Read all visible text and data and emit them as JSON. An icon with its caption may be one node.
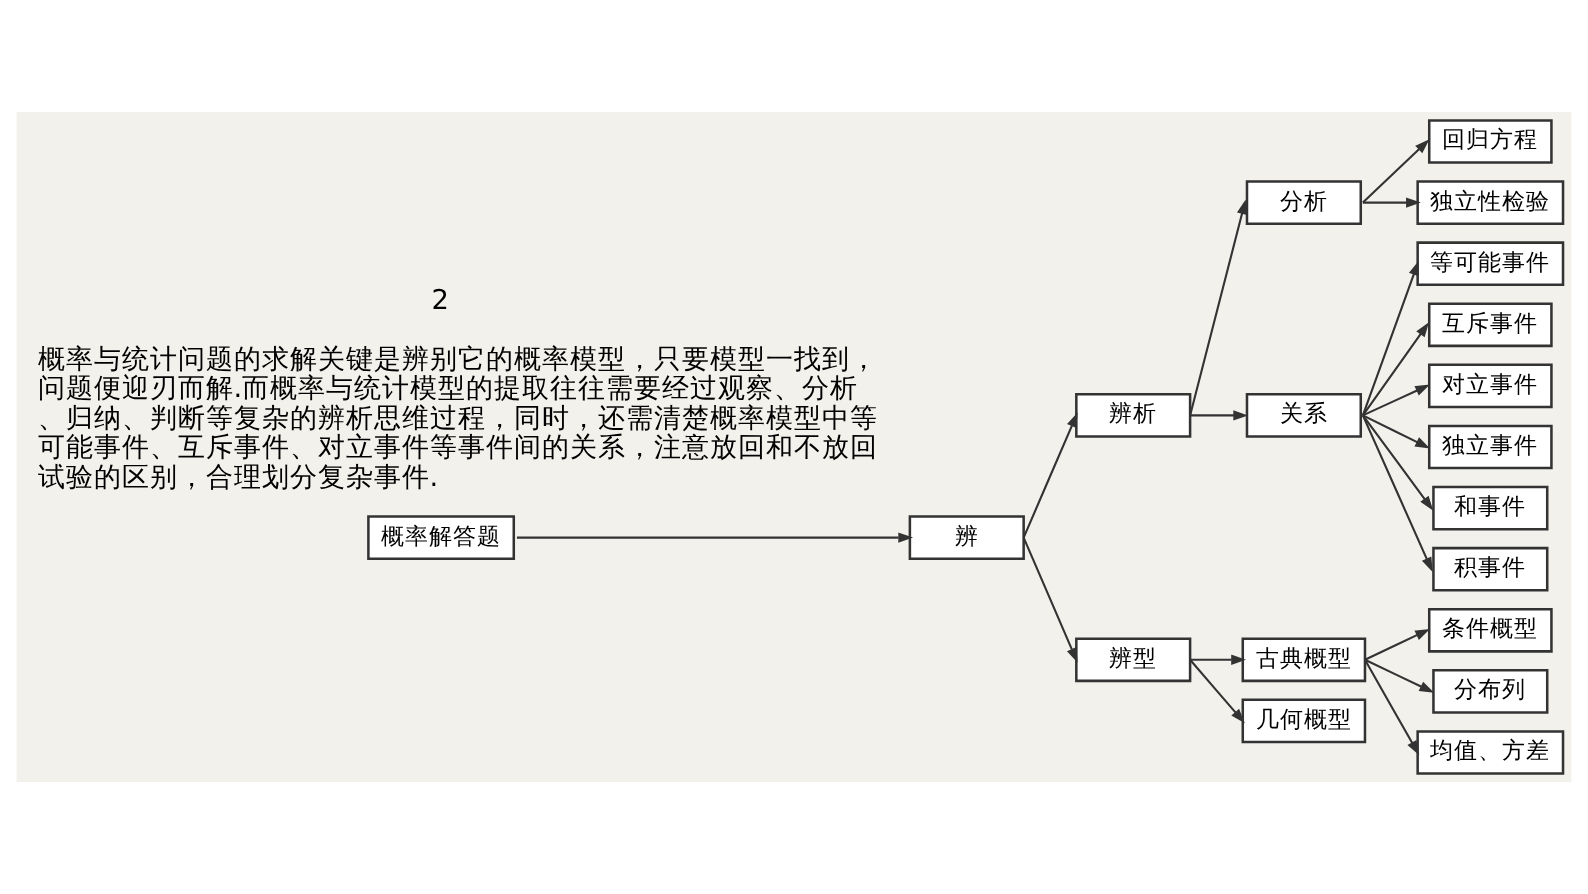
{
  "diagram": {
    "nodes": [
      {
        "text": [
          "概率解答题"
        ]
      },
      {
        "text": [
          "辨"
        ]
      },
      {
        "text": [
          "辨析"
        ]
      },
      {
        "text": [
          "分析"
        ]
      },
      {
        "text": [
          "回归方程"
        ]
      },
      {
        "text": [
          "独立性检验"
        ]
      },
      {
        "text": [
          "关系"
        ]
      },
      {
        "text": [
          "等可能事件"
        ]
      },
      {
        "text": [
          "互斥事件"
        ]
      },
      {
        "text": [
          "对立事件"
        ]
      },
      {
        "text": [
          "独立事件"
        ]
      },
      {
        "text": [
          "和事件"
        ]
      },
      {
        "text": [
          "积事件"
        ]
      },
      {
        "text": [
          "辨型"
        ]
      },
      {
        "text": [
          "古典概型"
        ]
      },
      {
        "text": [
          "条件概型"
        ]
      },
      {
        "text": [
          "分布列"
        ]
      },
      {
        "text": [
          "均值、方差"
        ]
      },
      {
        "text": [
          "几何概型"
        ]
      }
    ],
    "edges": [
      {
        "from": 0,
        "to": 1,
        "arrow": "to"
      },
      {
        "from": 1,
        "to": 2,
        "arrow": "to"
      },
      {
        "from": 1,
        "to": 13,
        "arrow": "to"
      },
      {
        "from": 2,
        "to": 3,
        "arrow": "to"
      },
      {
        "from": 2,
        "to": 6,
        "arrow": "to"
      },
      {
        "from": 3,
        "to": 4,
        "arrow": "to"
      },
      {
        "from": 3,
        "to": 5,
        "arrow": "to"
      },
      {
        "from": 6,
        "to": 7,
        "arrow": "to"
      },
      {
        "from": 6,
        "to": 8,
        "arrow": "to"
      },
      {
        "from": 6,
        "to": 9,
        "arrow": "to"
      },
      {
        "from": 6,
        "to": 10,
        "arrow": "to"
      },
      {
        "from": 6,
        "to": 11,
        "arrow": "to"
      },
      {
        "from": 6,
        "to": 12,
        "arrow": "to"
      },
      {
        "from": 13,
        "to": 14,
        "arrow": "to"
      },
      {
        "from": 13,
        "to": 18,
        "arrow": "to"
      },
      {
        "from": 14,
        "to": 15,
        "arrow": "to"
      },
      {
        "from": 14,
        "to": 16,
        "arrow": "to"
      },
      {
        "from": 14,
        "to": 17,
        "arrow": "to"
      }
    ],
    "labels": [
      "概率与统计问题的求解关键是辨别它的概率模型，只要模型一找到，问题便迎刃而解.而概率与统计模型的提取往往需要经过观察、分析、归纳、判断等复杂的辨析思维过程，同时，还需清楚概率模型中等可能事件、互斥事件、对立事件等事件间的关系，注意放回和不放回试验的区别，合理划分复杂事件.",
      "2"
    ]
  }
}
